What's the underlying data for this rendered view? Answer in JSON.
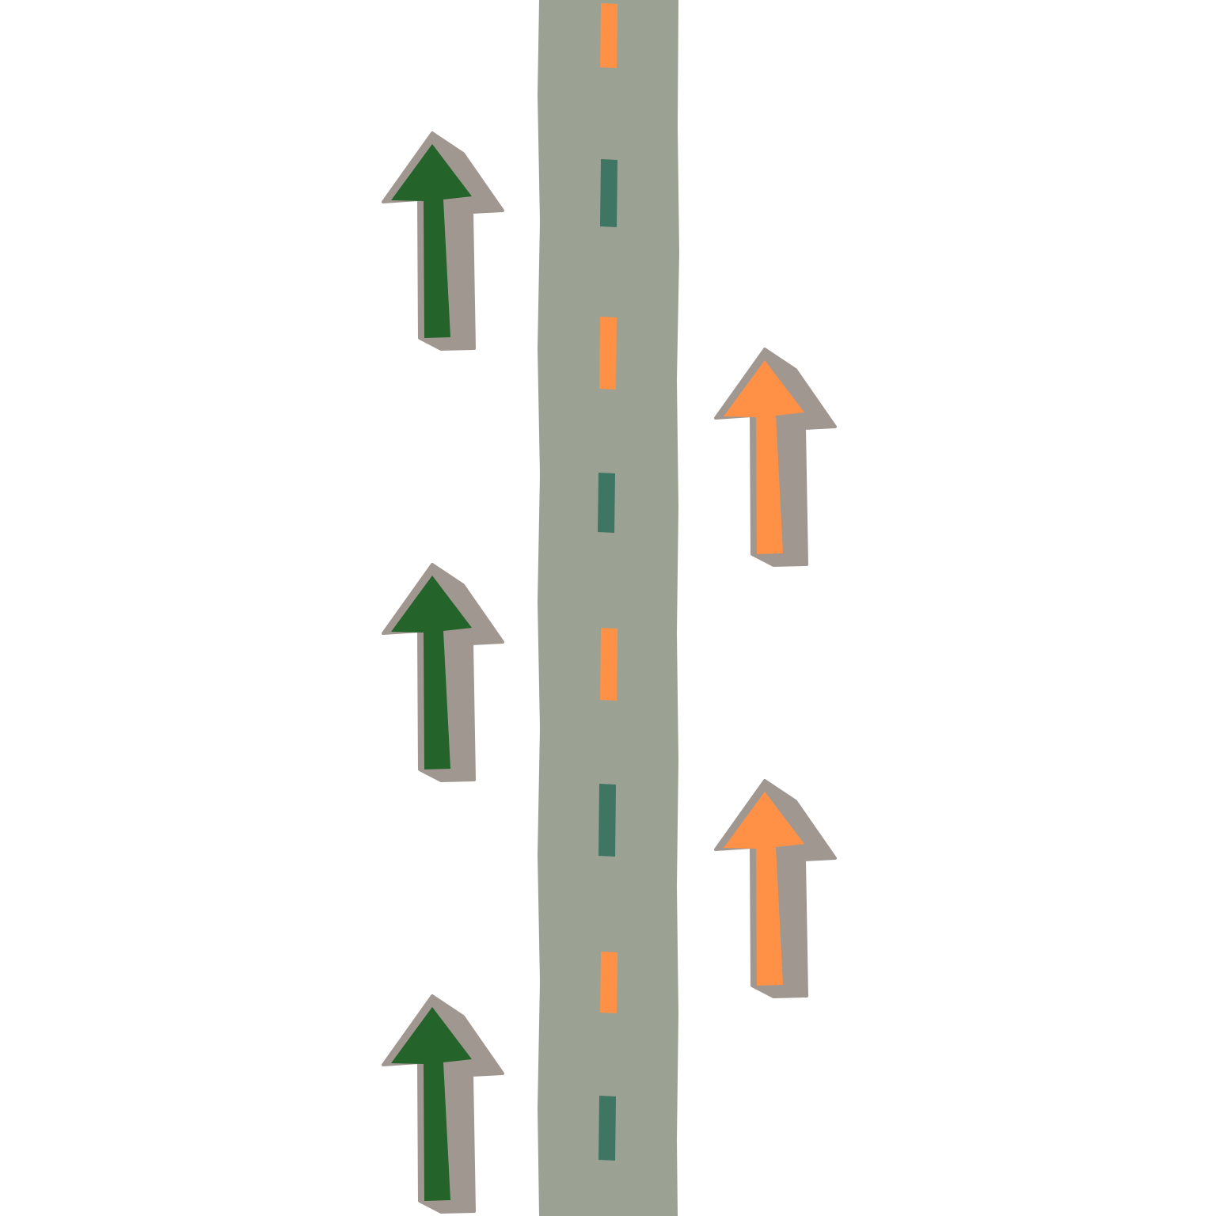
{
  "colors": {
    "background": "#ffffff",
    "road": "#9ba193",
    "road_dash_orange": "#ff9147",
    "road_dash_teal": "#3f7563",
    "arrow_green": "#246329",
    "arrow_orange": "#ff9147",
    "arrow_shadow": "#a19791"
  },
  "road": {
    "dash_pattern": [
      "orange",
      "teal",
      "orange",
      "teal",
      "orange",
      "teal",
      "orange",
      "teal"
    ]
  },
  "arrows": {
    "left_column": {
      "direction": "up",
      "color": "green",
      "count": 3
    },
    "right_column": {
      "direction": "up",
      "color": "orange",
      "count": 2
    }
  }
}
